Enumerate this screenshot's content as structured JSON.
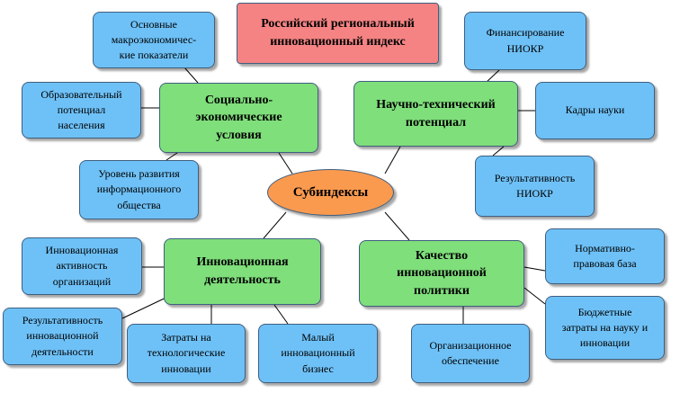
{
  "title": "Российский региональный\nинновационный индекс",
  "center": "Субиндексы",
  "subindexes": [
    {
      "label": "Социально-\nэкономические\nусловия",
      "indicators": [
        "Основные\nмакроэкономичес-\nкие показатели",
        "Образовательный\nпотенциал\nнаселения",
        "Уровень развития\nинформационного\nобщества"
      ]
    },
    {
      "label": "Научно-технический\nпотенциал",
      "indicators": [
        "Финансирование\nНИОКР",
        "Кадры науки",
        "Результативность\nНИОКР"
      ]
    },
    {
      "label": "Инновационная\nдеятельность",
      "indicators": [
        "Инновационная\nактивность\nорганизаций",
        "Результативность\nинновационной\nдеятельности",
        "Затраты на\nтехнологические\nинновации",
        "Малый\nинновационный\nбизнес"
      ]
    },
    {
      "label": "Качество\nинновационной\nполитики",
      "indicators": [
        "Нормативно-\nправовая база",
        "Бюджетные\nзатраты на науку и\nинновации",
        "Организационное\nобеспечение"
      ]
    }
  ]
}
